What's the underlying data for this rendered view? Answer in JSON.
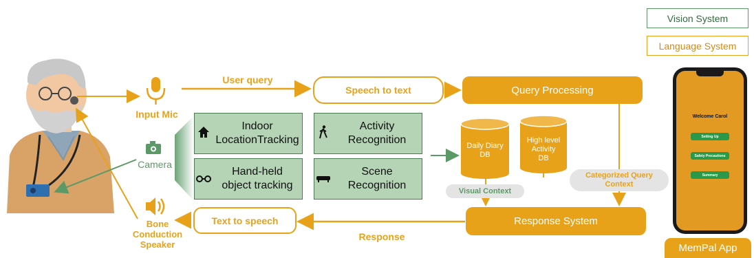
{
  "legend": {
    "vision": "Vision System",
    "language": "Language System"
  },
  "user": {
    "input_mic": "Input Mic",
    "camera": "Camera",
    "speaker_line1": "Bone",
    "speaker_line2": "Conduction",
    "speaker_line3": "Speaker"
  },
  "flow": {
    "user_query": "User query",
    "speech_to_text": "Speech to text",
    "query_processing": "Query Processing",
    "response_system": "Response System",
    "text_to_speech": "Text to speech",
    "response": "Response"
  },
  "vision_modules": {
    "indoor_line1": "Indoor",
    "indoor_line2": "LocationTracking",
    "handheld_line1": "Hand-held",
    "handheld_line2": "object tracking",
    "activity_line1": "Activity",
    "activity_line2": "Recognition",
    "scene_line1": "Scene",
    "scene_line2": "Recognition"
  },
  "databases": {
    "daily_diary_line1": "Daily Diary",
    "daily_diary_line2": "DB",
    "activity_db_line1": "High level",
    "activity_db_line2": "Activity",
    "activity_db_line3": "DB"
  },
  "context": {
    "visual": "Visual Context",
    "categorized_line1": "Categorized Query",
    "categorized_line2": "Context"
  },
  "app": {
    "welcome": "Welcome Carol",
    "buttons": [
      "Setting Up",
      "Safety Precautions",
      "Summary"
    ],
    "label": "MemPal App"
  },
  "colors": {
    "language": "#e8a21a",
    "vision_fill": "#b5d3b5",
    "vision_border": "#4c7a52",
    "vision_arrow": "#5b9a66",
    "app_button": "#2a9a4a"
  },
  "icons": {
    "mic": "microphone-icon",
    "camera": "camera-icon",
    "speaker": "speaker-icon",
    "indoor": "house-icon",
    "handheld": "glasses-icon",
    "activity": "walking-person-icon",
    "scene": "sofa-icon"
  }
}
